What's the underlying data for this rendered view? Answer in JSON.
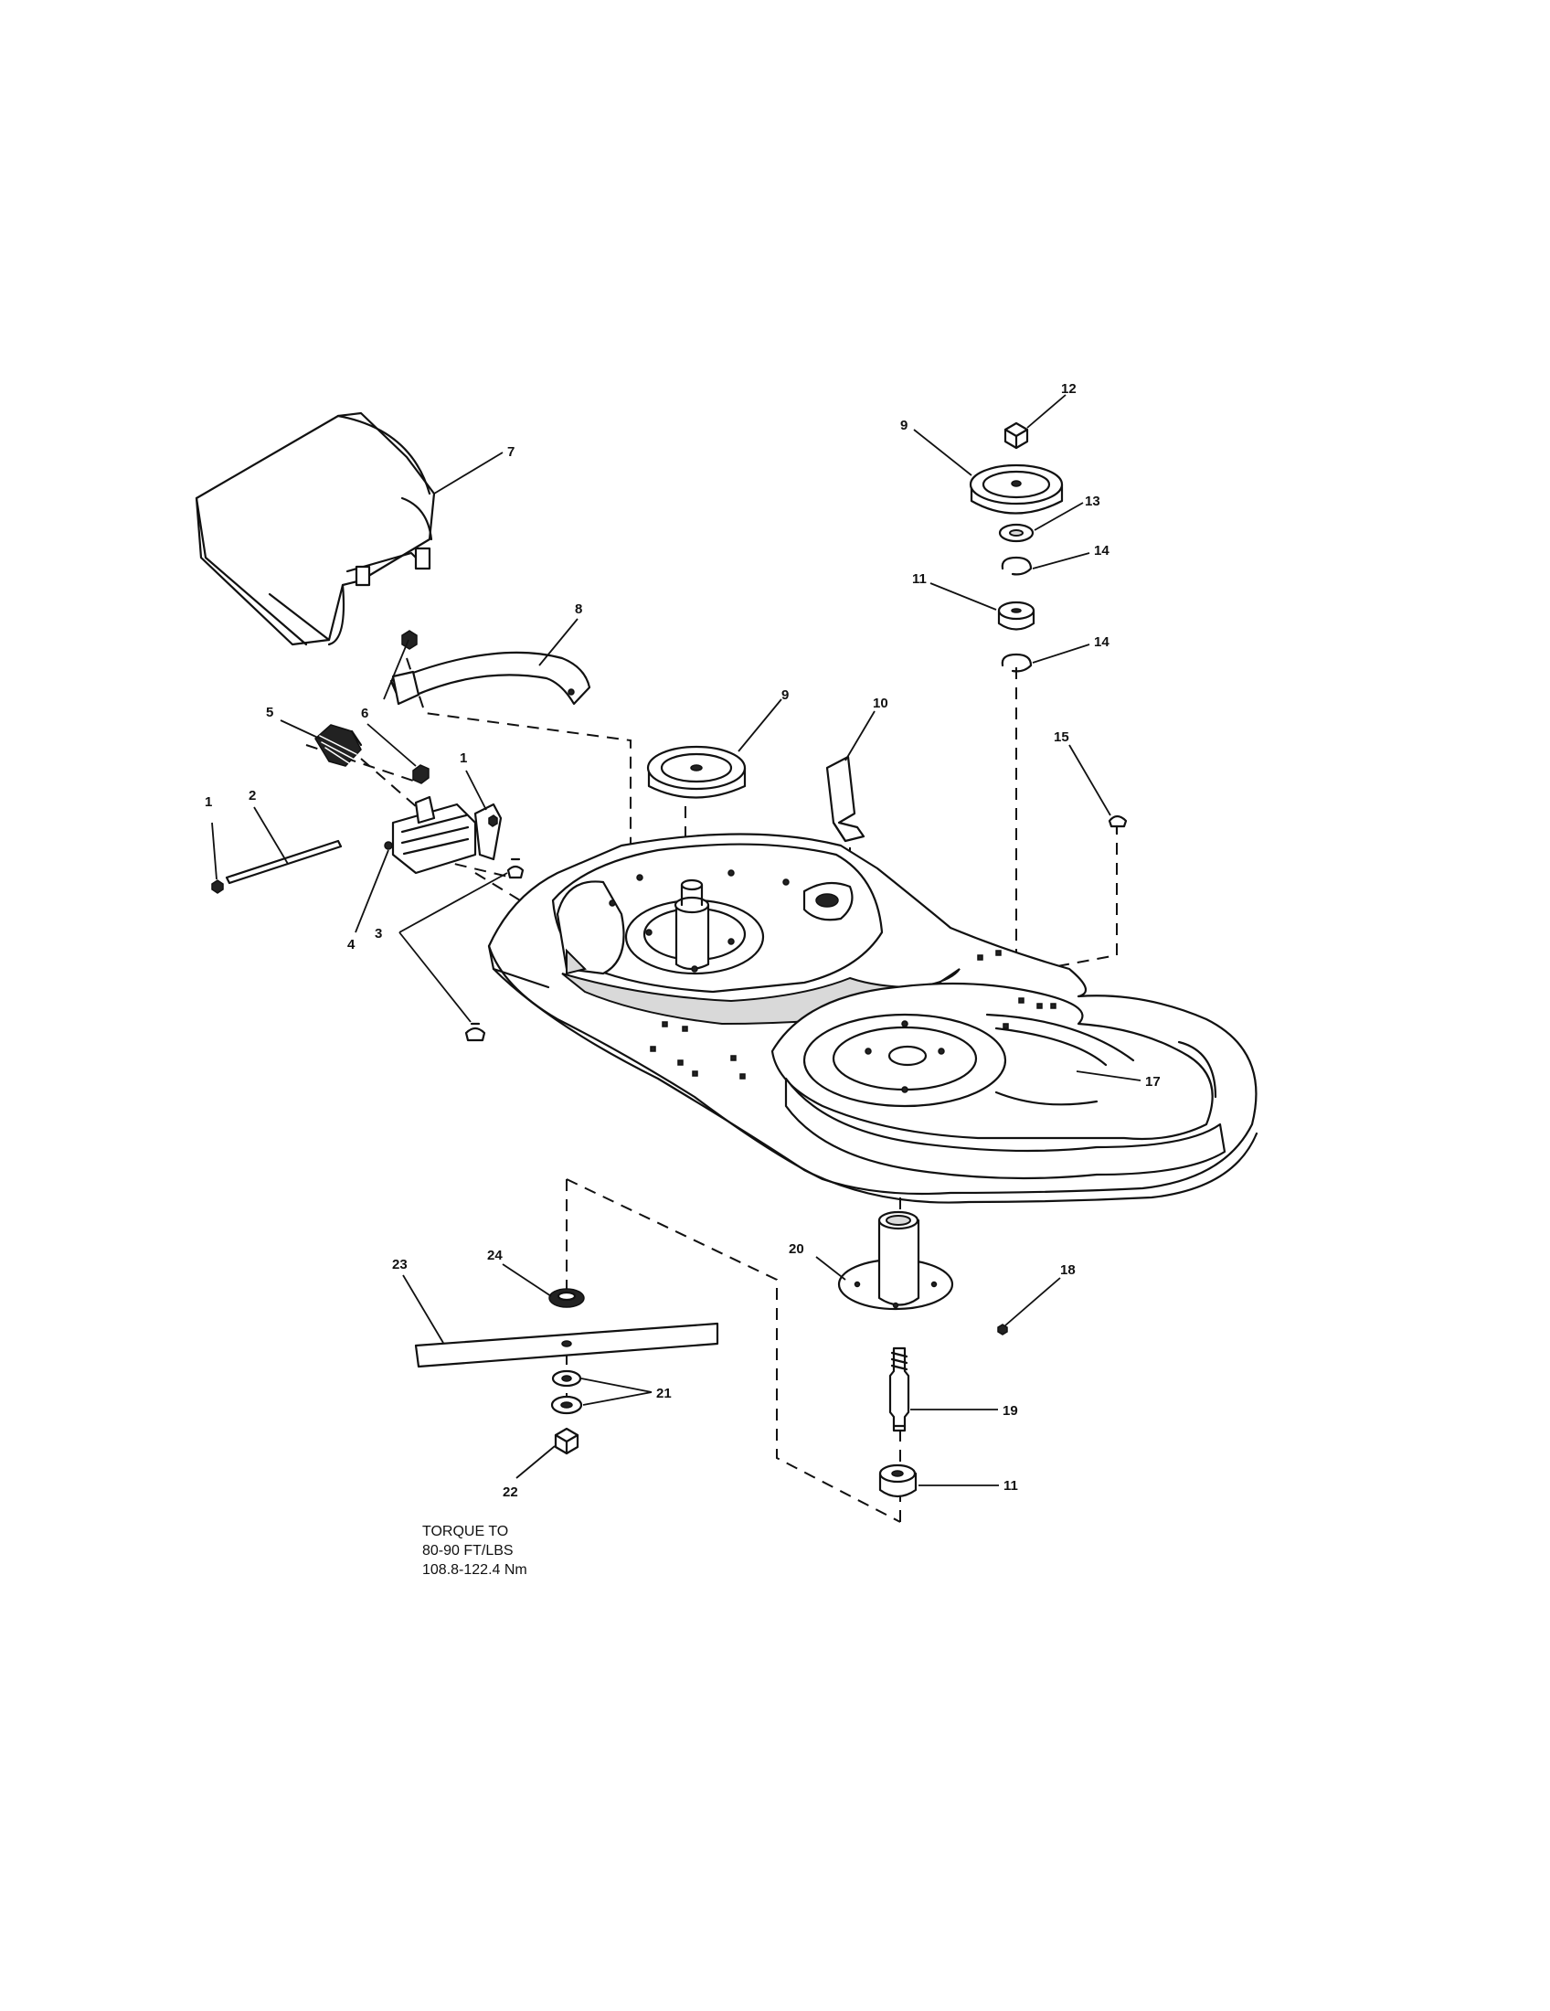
{
  "callouts": [
    {
      "id": "c1a",
      "text": "1"
    },
    {
      "id": "c1b",
      "text": "1"
    },
    {
      "id": "c2",
      "text": "2"
    },
    {
      "id": "c3",
      "text": "3"
    },
    {
      "id": "c4",
      "text": "4"
    },
    {
      "id": "c5",
      "text": "5"
    },
    {
      "id": "c6",
      "text": "6"
    },
    {
      "id": "c7",
      "text": "7"
    },
    {
      "id": "c8",
      "text": "8"
    },
    {
      "id": "c9a",
      "text": "9"
    },
    {
      "id": "c9b",
      "text": "9"
    },
    {
      "id": "c10",
      "text": "10"
    },
    {
      "id": "c11a",
      "text": "11"
    },
    {
      "id": "c11b",
      "text": "11"
    },
    {
      "id": "c12",
      "text": "12"
    },
    {
      "id": "c13",
      "text": "13"
    },
    {
      "id": "c14a",
      "text": "14"
    },
    {
      "id": "c14b",
      "text": "14"
    },
    {
      "id": "c15",
      "text": "15"
    },
    {
      "id": "c17",
      "text": "17"
    },
    {
      "id": "c18",
      "text": "18"
    },
    {
      "id": "c19",
      "text": "19"
    },
    {
      "id": "c20",
      "text": "20"
    },
    {
      "id": "c21",
      "text": "21"
    },
    {
      "id": "c22",
      "text": "22"
    },
    {
      "id": "c23",
      "text": "23"
    },
    {
      "id": "c24",
      "text": "24"
    }
  ],
  "torque_note": {
    "line1": "TORQUE TO",
    "line2": "80-90 FT/LBS",
    "line3": "108.8-122.4 Nm"
  }
}
